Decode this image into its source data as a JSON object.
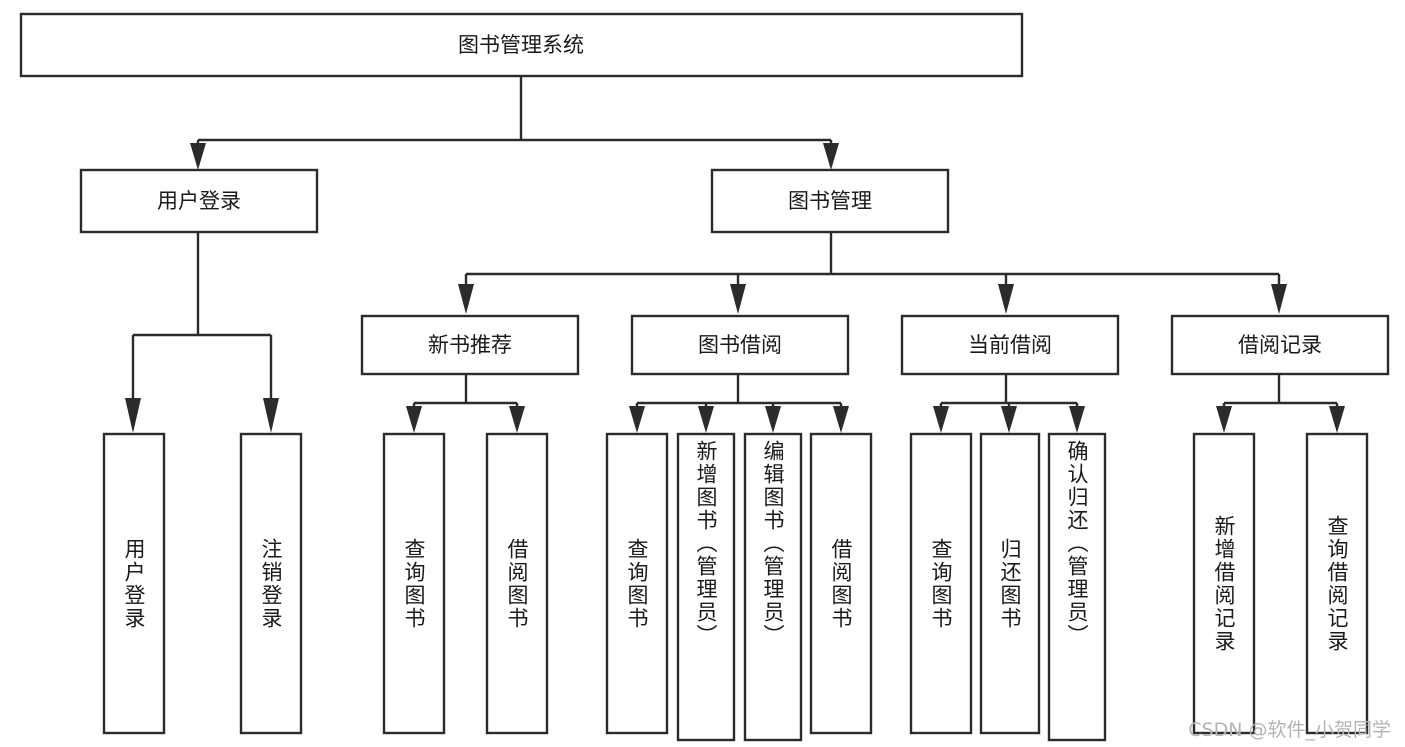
{
  "diagram": {
    "title_text": "图书管理系统",
    "watermark": "CSDN @软件_小贺同学",
    "type": "tree-hierarchy",
    "colors": {
      "line": "#2b2b2b",
      "box_fill": "#ffffff",
      "text": "#1a1a1a",
      "watermark": "#b4b4b4",
      "background": "#ffffff"
    },
    "root": {
      "label": "图书管理系统"
    },
    "level2": [
      {
        "id": "user-login",
        "label": "用户登录"
      },
      {
        "id": "book-management",
        "label": "图书管理"
      }
    ],
    "level3": [
      {
        "id": "new-book-recommend",
        "label": "新书推荐",
        "parent": "book-management"
      },
      {
        "id": "book-borrow",
        "label": "图书借阅",
        "parent": "book-management"
      },
      {
        "id": "current-borrow",
        "label": "当前借阅",
        "parent": "book-management"
      },
      {
        "id": "borrow-record",
        "label": "借阅记录",
        "parent": "book-management"
      }
    ],
    "leaves": [
      {
        "id": "leaf-user-login",
        "label": "用户登录",
        "parent": "user-login"
      },
      {
        "id": "leaf-logout-login",
        "label": "注销登录",
        "parent": "user-login"
      },
      {
        "id": "leaf-query-book-1",
        "label": "查询图书",
        "parent": "new-book-recommend"
      },
      {
        "id": "leaf-borrow-book-1",
        "label": "借阅图书",
        "parent": "new-book-recommend"
      },
      {
        "id": "leaf-query-book-2",
        "label": "查询图书",
        "parent": "book-borrow"
      },
      {
        "id": "leaf-add-book",
        "label": "新增图书（管理员）",
        "parent": "book-borrow"
      },
      {
        "id": "leaf-edit-book",
        "label": "编辑图书（管理员）",
        "parent": "book-borrow"
      },
      {
        "id": "leaf-borrow-book-2",
        "label": "借阅图书",
        "parent": "book-borrow"
      },
      {
        "id": "leaf-query-book-3",
        "label": "查询图书",
        "parent": "current-borrow"
      },
      {
        "id": "leaf-return-book",
        "label": "归还图书",
        "parent": "current-borrow"
      },
      {
        "id": "leaf-confirm-return",
        "label": "确认归还（管理员）",
        "parent": "current-borrow"
      },
      {
        "id": "leaf-add-record",
        "label": "新增借阅记录",
        "parent": "borrow-record"
      },
      {
        "id": "leaf-query-record",
        "label": "查询借阅记录",
        "parent": "borrow-record"
      }
    ]
  }
}
